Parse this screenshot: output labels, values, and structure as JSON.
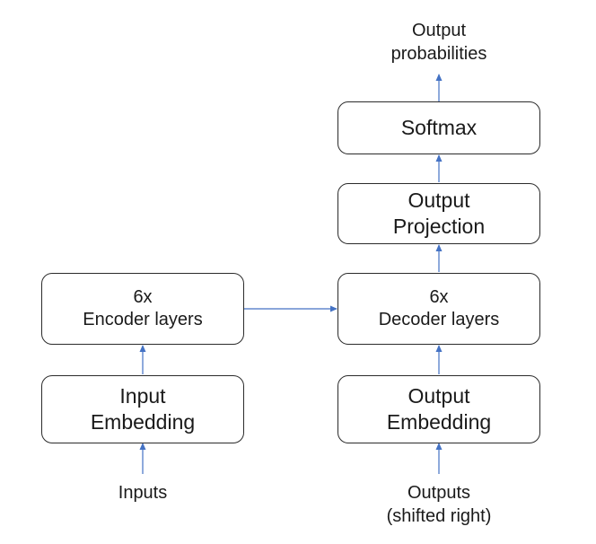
{
  "encoder": {
    "inputs_label": "Inputs",
    "embedding": [
      "Input",
      "Embedding"
    ],
    "layers": [
      "6x",
      "Encoder layers"
    ]
  },
  "decoder": {
    "outputs_label": [
      "Outputs",
      "(shifted right)"
    ],
    "embedding": [
      "Output",
      "Embedding"
    ],
    "layers": [
      "6x",
      "Decoder layers"
    ],
    "projection": [
      "Output",
      "Projection"
    ],
    "softmax": "Softmax",
    "output_label": [
      "Output",
      "probabilities"
    ]
  },
  "colors": {
    "arrow": "#4472c4",
    "box_border": "#2b2b2b",
    "text": "#1a1a1a"
  }
}
